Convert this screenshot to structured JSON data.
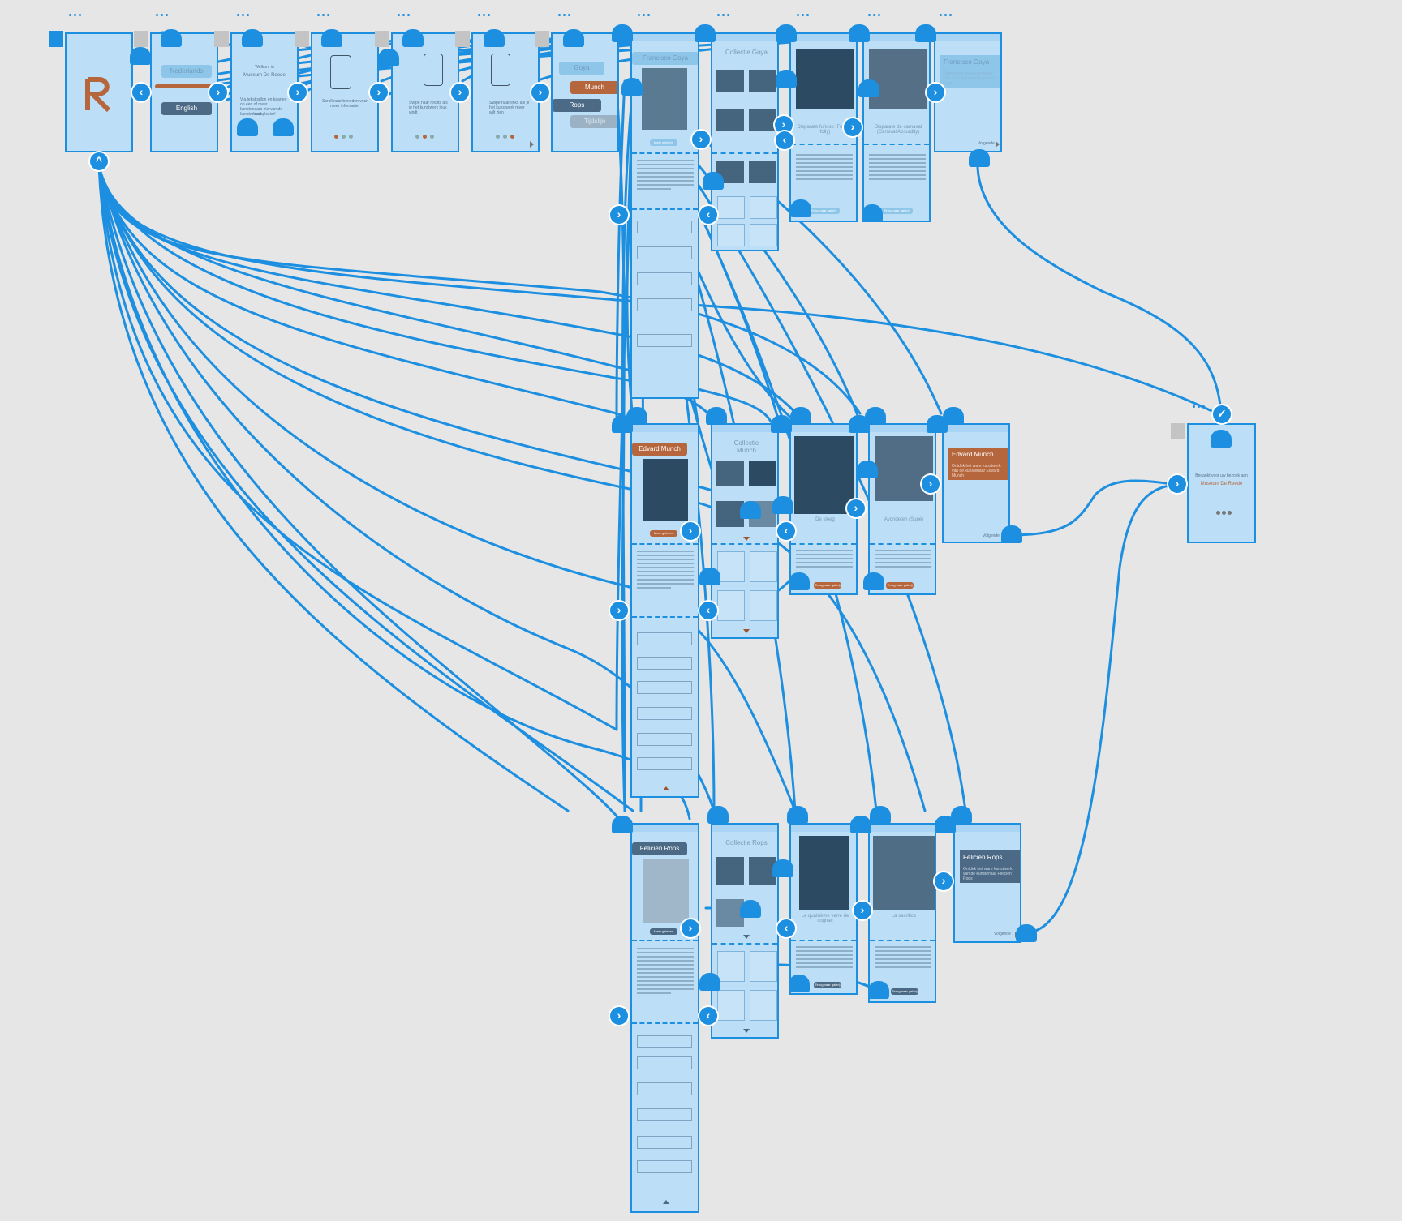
{
  "canvas": {
    "background": "#e6e6e6",
    "link_color": "#1d8fe1",
    "artboard_fill": "#bcdff7"
  },
  "splash": {
    "logo": "R",
    "logo_color": "#b5663d"
  },
  "language": {
    "dutch": "Nederlands",
    "english": "English"
  },
  "welcome": {
    "greeting": "Welkom in",
    "museum": "Museum De Reede",
    "intro": "Via tekstballon en kaarten op een of meer kunstenaars hiervan de kunstenaars.",
    "question": "Veel plezier!"
  },
  "onboarding": {
    "scroll": "Scroll naar beneden voor meer informatie.",
    "swipe_right": "Swipe naar rechts als je het kunstwerk leuk vindt",
    "swipe_left": "Swipe naar links als je het kunstwerk meer wilt zien"
  },
  "artists_menu": {
    "items": [
      "Goya",
      "Munch",
      "Rops",
      "Tijdslijn"
    ]
  },
  "goya": {
    "name": "Francisco Goya",
    "collection": "Collectie Goya",
    "work1": "Disparate furioso (Furious folly)",
    "work2": "Disparate de carnaval (Carnival Absurdity)",
    "swipe": "Francisco Goya",
    "swipe_sub": "Ontdek het ware kunstwerk van de kunstenaar Francisco Goya",
    "next": "Volgende"
  },
  "munch": {
    "name": "Edvard Munch",
    "collection": "Collectie Munch",
    "work1": "De sleeg",
    "work2": "Avondeten (Supè)",
    "swipe": "Edvard Munch",
    "swipe_sub": "Ontdek het ware kunstwerk van de kunstenaar Edvard Munch",
    "next": "Volgende"
  },
  "rops": {
    "name": "Félicien Rops",
    "collection": "Collectie Rops",
    "work1": "Le quatrième verre de cognac",
    "work2": "La sacrifice",
    "swipe": "Félicien Rops",
    "swipe_sub": "Ontdek het ware kunstwerk van de kunstenaar Félicien Rops",
    "next": "Volgende"
  },
  "end": {
    "thanks": "Bedankt voor uw bezoek aan",
    "museum": "Museum De Reede"
  },
  "buttons": {
    "more": "Meer gelezen",
    "back": "Terug naar galerij"
  }
}
